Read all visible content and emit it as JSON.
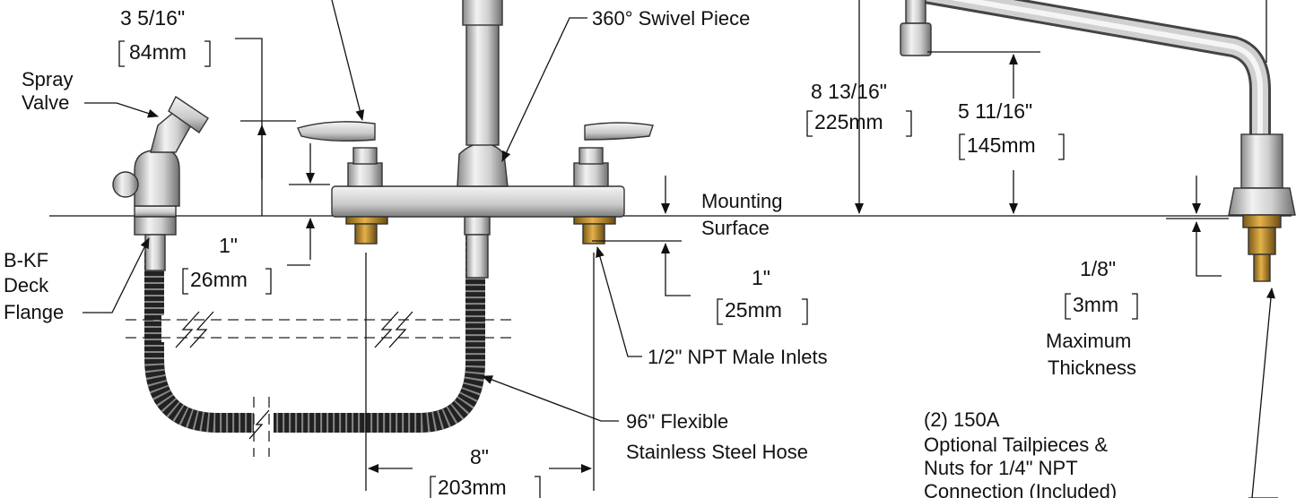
{
  "labels": {
    "swivel": "360° Swivel Piece",
    "spray_valve": [
      "Spray",
      "Valve"
    ],
    "mounting_surface": [
      "Mounting",
      "Surface"
    ],
    "bkf_flange": [
      "B-KF",
      "Deck",
      "Flange"
    ],
    "npt_inlets": "1/2\" NPT Male Inlets",
    "max_thickness": [
      "Maximum",
      "Thickness"
    ],
    "hose": [
      "96\" Flexible",
      "Stainless Steel Hose"
    ],
    "tailpieces": [
      "(2) 150A",
      "Optional Tailpieces &",
      "Nuts for 1/4\" NPT",
      "Connection (Included)"
    ]
  },
  "dimensions": {
    "handle_height": {
      "imperial": "3 5/16\"",
      "metric": "84mm"
    },
    "spout_height": {
      "imperial": "8 13/16\"",
      "metric": "225mm"
    },
    "spout_outlet": {
      "imperial": "5 11/16\"",
      "metric": "145mm"
    },
    "deck_height": {
      "imperial": "1\"",
      "metric": "26mm"
    },
    "inlet_length": {
      "imperial": "1\"",
      "metric": "25mm"
    },
    "thickness": {
      "imperial": "1/8\"",
      "metric": "3mm"
    },
    "centers": {
      "imperial": "8\"",
      "metric": "203mm"
    }
  }
}
